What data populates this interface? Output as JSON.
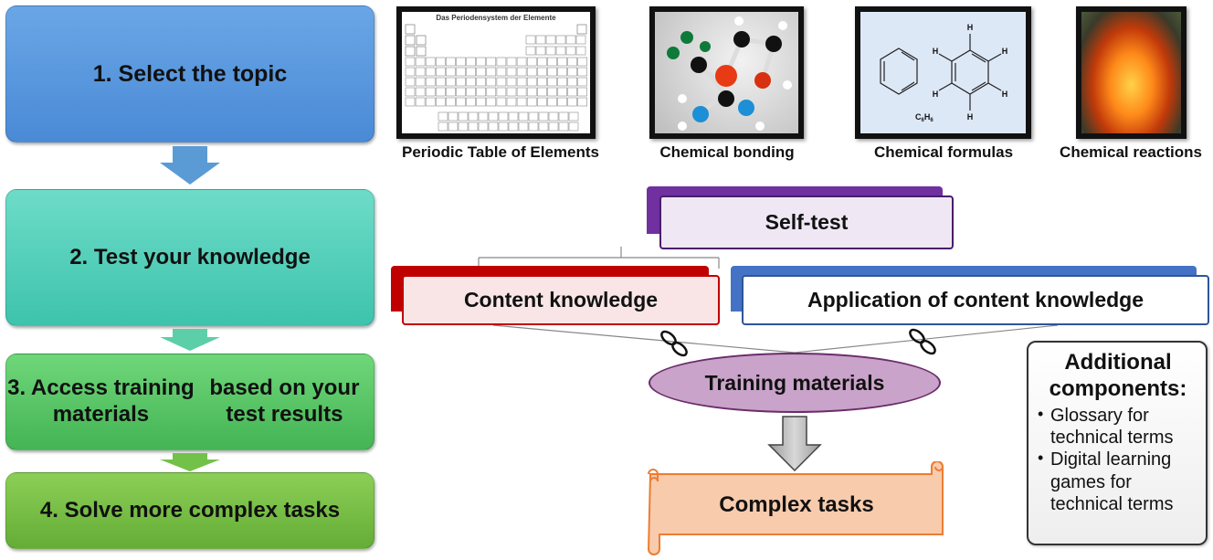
{
  "steps": [
    {
      "label": "1. Select the topic",
      "color": "#5a99e0"
    },
    {
      "label": "2. Test your knowledge",
      "color": "#4fceb8"
    },
    {
      "label_line1": "3. Access training materials",
      "label_line2": "based on your test results",
      "color": "#55c464"
    },
    {
      "label": "4. Solve more complex tasks",
      "color": "#78be45"
    }
  ],
  "topics": [
    {
      "caption": "Periodic Table of Elements",
      "image": "periodic-table-image",
      "image_title": "Das Periodensystem der Elemente"
    },
    {
      "caption": "Chemical bonding",
      "image": "molecule-model-image"
    },
    {
      "caption": "Chemical formulas",
      "image": "benzene-formula-image",
      "formula": "C6H6"
    },
    {
      "caption": "Chemical reactions",
      "image": "fire-image"
    }
  ],
  "self_test": {
    "title": "Self-test",
    "color": "#7030a0",
    "children": [
      {
        "label": "Content knowledge",
        "color": "#c00000"
      },
      {
        "label": "Application of content knowledge",
        "color": "#4472c4"
      }
    ]
  },
  "training": {
    "label": "Training materials",
    "color": "#c9a3c9"
  },
  "complex": {
    "label": "Complex tasks",
    "color": "#f8cbad"
  },
  "additional": {
    "title_line1": "Additional",
    "title_line2": "components:",
    "items": [
      {
        "line1": "Glossary for",
        "line2": "technical terms"
      },
      {
        "line1": "Digital learning",
        "line2": "games for",
        "line3": "technical terms"
      }
    ]
  }
}
